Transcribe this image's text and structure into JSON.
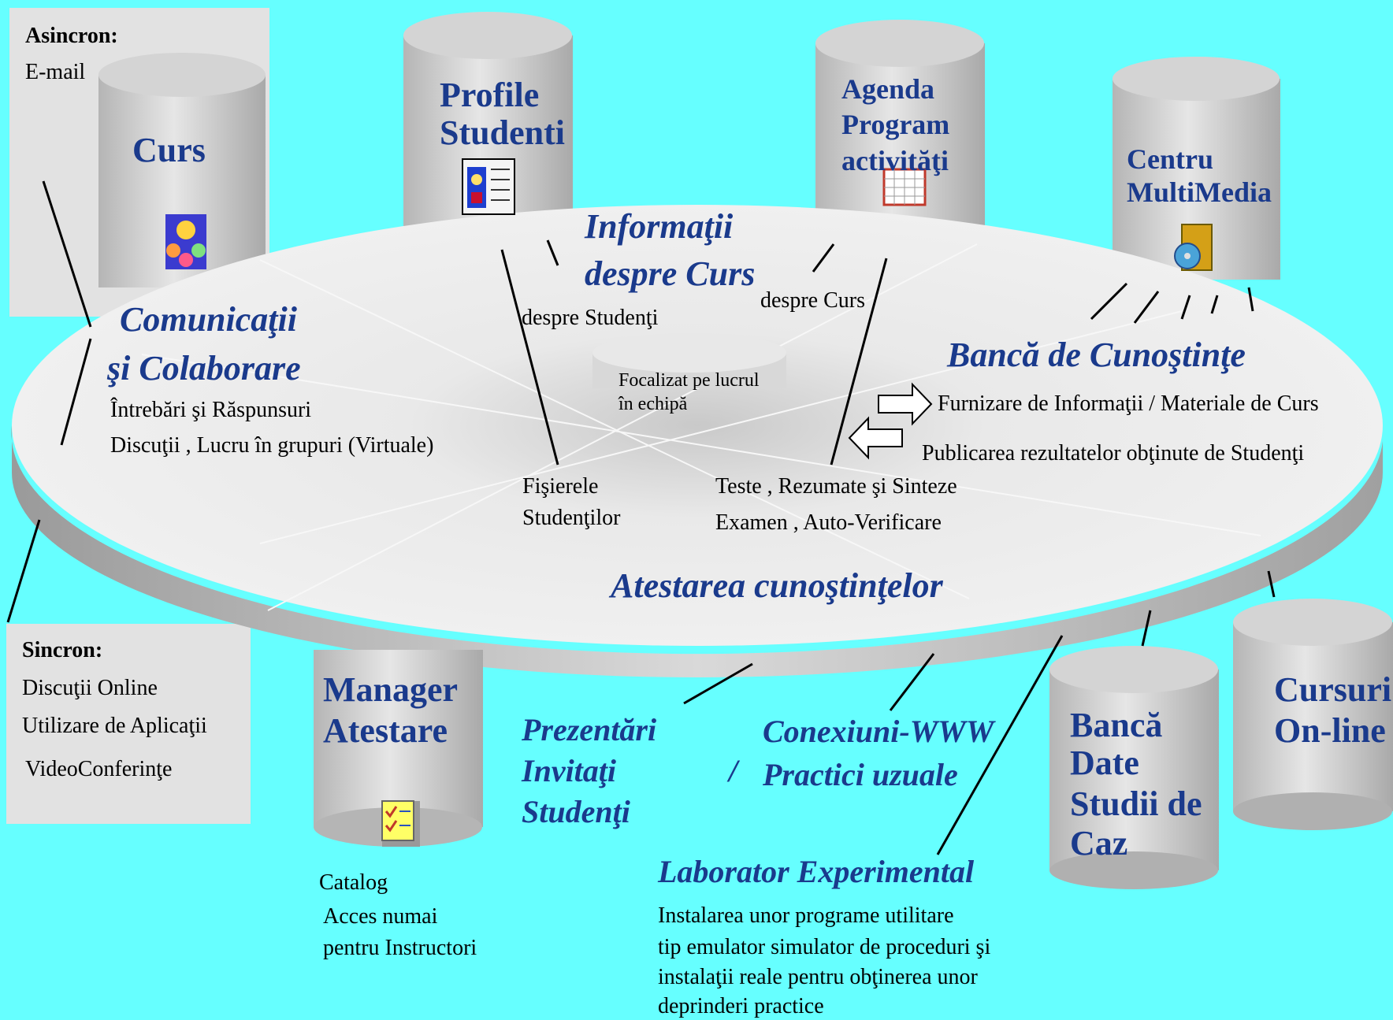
{
  "asincron": {
    "title": "Asincron:",
    "item": "E-mail"
  },
  "sincron": {
    "title": "Sincron:",
    "items": [
      "Discuţii Online",
      "Utilizare de Aplicaţii",
      "VideoConferinţe"
    ]
  },
  "cylinders": {
    "curs": "Curs",
    "profile": [
      "Profile",
      "Studenti"
    ],
    "agenda": [
      "Agenda",
      "Program",
      "activităţi"
    ],
    "centru": [
      "Centru",
      "MultiMedia"
    ],
    "manager": [
      "Manager",
      "Atestare"
    ],
    "banca_date": [
      "Bancă",
      "Date",
      "Studii de",
      "Caz"
    ],
    "cursuri": [
      "Cursuri",
      "On-line"
    ]
  },
  "platform": {
    "center": [
      "Focalizat pe lucrul",
      "în echipă"
    ],
    "comunicatii_title": [
      "Comunicaţii",
      "şi Colaborare"
    ],
    "comunicatii_items": [
      "Întrebări şi Răspunsuri",
      "Discuţii , Lucru în grupuri (Virtuale)"
    ],
    "informatii_title": [
      "Informaţii",
      "despre Curs"
    ],
    "despre_studenti": "despre Studenţi",
    "despre_curs": "despre Curs",
    "banca_title": "Bancă de Cunoştinţe",
    "furnizare": "Furnizare de Informaţii / Materiale de Curs",
    "publicarea": "Publicarea rezultatelor obţinute de Studenţi",
    "fisierele": [
      "Fişierele",
      "Studenţilor"
    ],
    "teste": [
      "Teste , Rezumate şi Sinteze",
      "Examen , Auto-Verificare"
    ],
    "atestarea": "Atestarea cunoştinţelor"
  },
  "bottom": {
    "catalog": [
      "Catalog",
      "Acces numai",
      "pentru Instructori"
    ],
    "prezentari": [
      "Prezentări",
      "Invitaţi",
      "Studenţi"
    ],
    "slash": "/",
    "conexiuni": [
      "Conexiuni-WWW",
      "Practici uzuale"
    ],
    "laborator": "Laborator Experimental",
    "laborator_desc": [
      "Instalarea unor programe utilitare",
      "tip emulator simulator de proceduri şi",
      "instalaţii reale pentru obţinerea unor",
      "deprinderi practice"
    ]
  },
  "colors": {
    "background": "#66ffff",
    "title_blue": "#1a3a8c",
    "box_grey": "#e2e2e2"
  }
}
